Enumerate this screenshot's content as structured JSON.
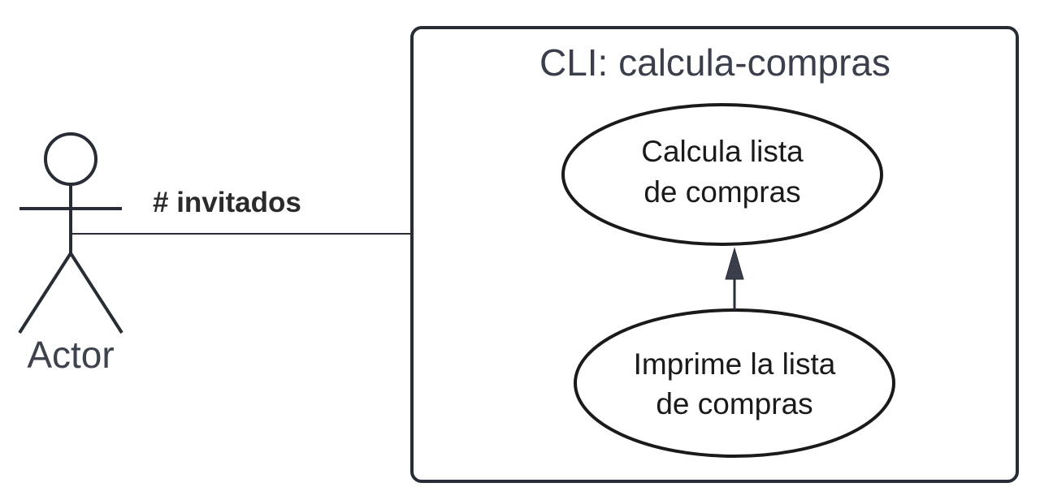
{
  "colors": {
    "stroke": "#272c35",
    "title_text": "#3a3f4b",
    "actor_label": "#3d424d",
    "body_text": "#1a1a1a",
    "background": "#ffffff"
  },
  "actor": {
    "label": "Actor",
    "icon": "stick-figure-actor-icon"
  },
  "association": {
    "label": "# invitados"
  },
  "system": {
    "title": "CLI: calcula-compras"
  },
  "use_cases": [
    {
      "line1": "Calcula lista",
      "line2": "de compras"
    },
    {
      "line1": "Imprime la lista",
      "line2": "de compras"
    }
  ],
  "relation": {
    "icon": "filled-arrowhead-icon"
  }
}
